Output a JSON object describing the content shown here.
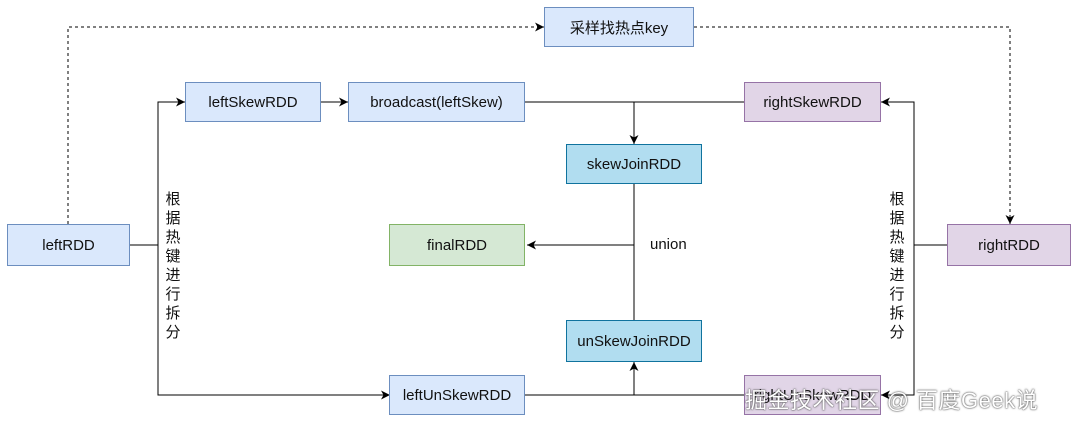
{
  "nodes": {
    "sample_hot_key": "采样找热点key",
    "left_rdd": "leftRDD",
    "left_skew_rdd": "leftSkewRDD",
    "broadcast": "broadcast(leftSkew)",
    "right_skew_rdd": "rightSkewRDD",
    "skew_join_rdd": "skewJoinRDD",
    "final_rdd": "finalRDD",
    "right_rdd": "rightRDD",
    "un_skew_join_rdd": "unSkewJoinRDD",
    "left_un_skew_rdd": "leftUnSkewRDD",
    "right_un_skew_rdd": "rightUnSkewRDD"
  },
  "labels": {
    "split_left": "根据热键进行拆分",
    "split_right": "根据热键进行拆分",
    "union": "union"
  },
  "watermark": "掘金技术社区 @ 百度Geek说",
  "colors": {
    "blue_fill": "#dae8fc",
    "blue_stroke": "#6c8ebf",
    "cyan_fill": "#b1ddf0",
    "cyan_stroke": "#10739e",
    "green_fill": "#d5e8d4",
    "green_stroke": "#82b366",
    "purple_fill": "#e1d5e7",
    "purple_stroke": "#9673a6"
  }
}
